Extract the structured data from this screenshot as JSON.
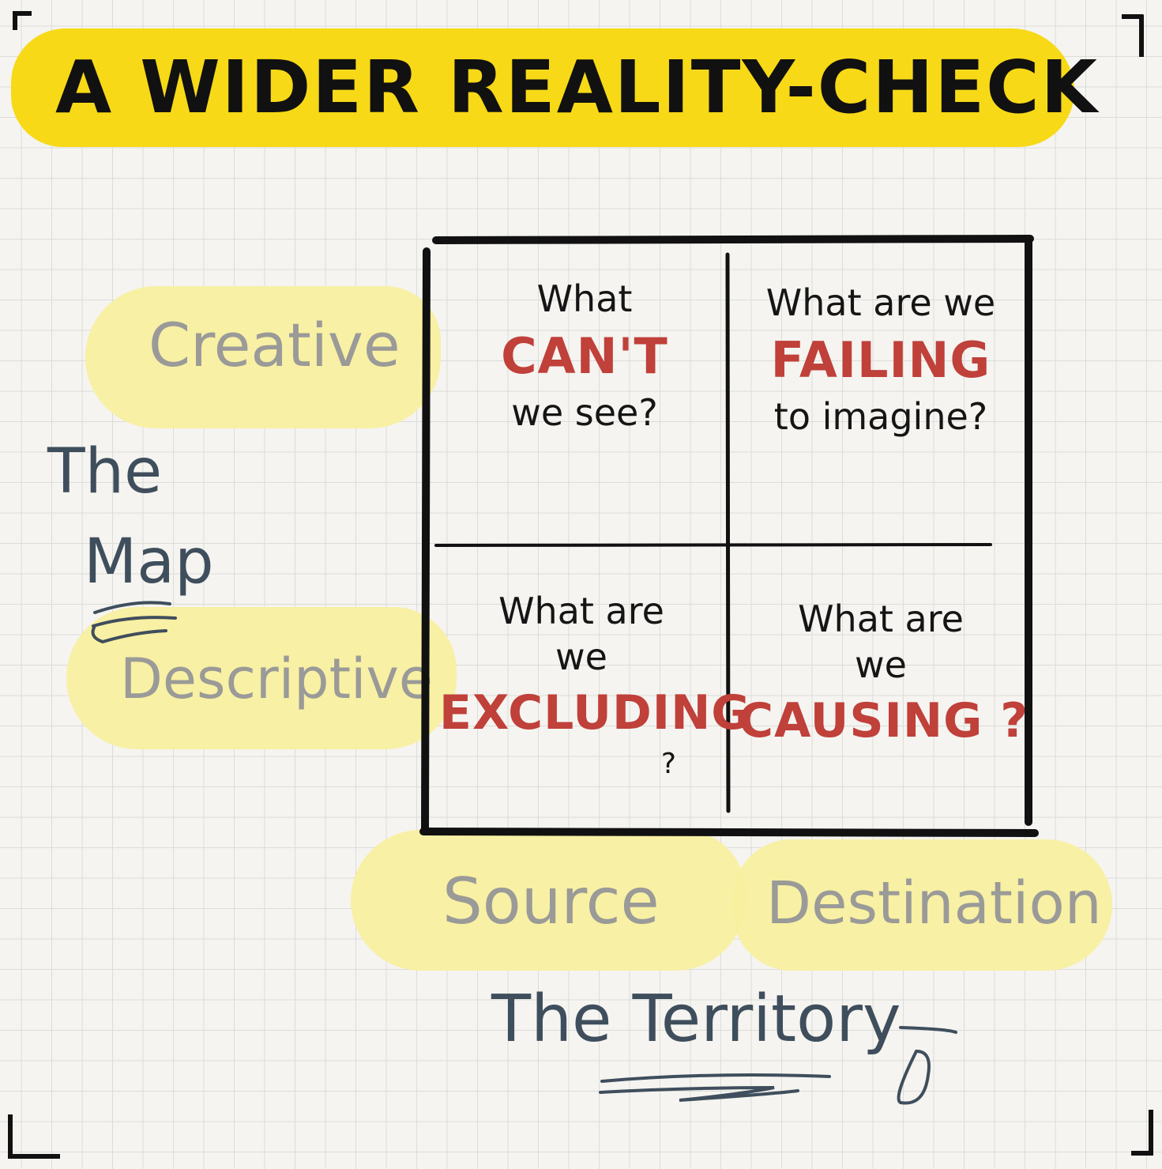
{
  "title": "A WIDER REALITY-CHECK",
  "axis_vertical": {
    "name_top": "The",
    "name_bottom": "Map",
    "top": "Creative",
    "bottom": "Descriptive"
  },
  "axis_horizontal": {
    "name_left": "The",
    "name_right": "Territory",
    "left": "Source",
    "right": "Destination"
  },
  "quadrants": {
    "top_left": {
      "line1": "What",
      "emphasis": "CAN'T",
      "line3": "we see?"
    },
    "top_right": {
      "line1": "What are we",
      "emphasis": "FAILING",
      "line3": "to imagine?"
    },
    "bottom_left": {
      "line1": "What are",
      "line2": "we",
      "emphasis": "EXCLUDING",
      "line4": "?"
    },
    "bottom_right": {
      "line1": "What are",
      "line2": "we",
      "emphasis": "CAUSING",
      "line4": "?"
    }
  },
  "colors": {
    "title_highlight": "#f7d917",
    "label_highlight": "#f8ef9f",
    "emphasis": "#c0403a",
    "axis_name": "#3f4e5c",
    "axis_label": "#9a9a98"
  }
}
